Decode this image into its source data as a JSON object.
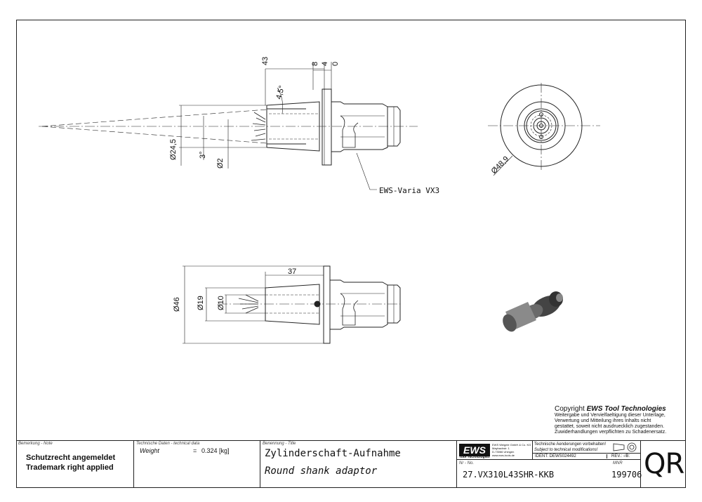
{
  "drawing": {
    "dims": {
      "d43": "43",
      "d8": "8",
      "d4": "4",
      "d0": "0",
      "angle45": "4,5°",
      "d245": "Ø24,5",
      "angle3": "3°",
      "d2": "Ø2",
      "d489": "Ø48,9",
      "d37": "37",
      "d46": "Ø46",
      "d19": "Ø19",
      "d10": "Ø10"
    },
    "callout": "EWS-Varia VX3"
  },
  "copyright": {
    "heading_prefix": "Copyright",
    "heading_brand": "EWS Tool Technologies",
    "lines": [
      "Weitergabe und Vervielfaeltigung dieser Unterlage,",
      "Verwertung und Mitteilung ihres Inhalts nicht",
      "gestattet, soweit nicht ausdruecklich zugestanden.",
      "Zuwiderhandlungen verpflichten zu Schadenersatz."
    ]
  },
  "titleblock": {
    "note_label": "Bemerkung - Note",
    "note_line1": "Schutzrecht angemeldet",
    "note_line2": "Trademark right applied",
    "tech_label": "Technische Daten - technical data",
    "weight_label": "Weight",
    "weight_eq": "=",
    "weight_value": "0.324 [kg]",
    "title_label": "Benennung - Title",
    "title_de": "Zylinderschaft-Aufnahme",
    "title_en": "Round shank adaptor",
    "logo": "EWS",
    "logo_sub": "Tool Technologies",
    "company": "EWS Weigele GmbH & Co. KG",
    "company_addr1": "Maybachstr. 1",
    "company_addr2": "D-73066 Uhingen",
    "company_web": "www.ews-tools.de",
    "tech_change_de": "Technische Aenderungen vorbehalten!",
    "tech_change_en": "Subject to technical modifications!",
    "ident": "IDENT: DEWS024492",
    "rev": "REV.: -/B:",
    "nr_label": "Nr - No.",
    "part_no": "27.VX310L43SHR-KKB",
    "mnr_label": "MNR",
    "mnr": "199706",
    "qr": "QR"
  }
}
